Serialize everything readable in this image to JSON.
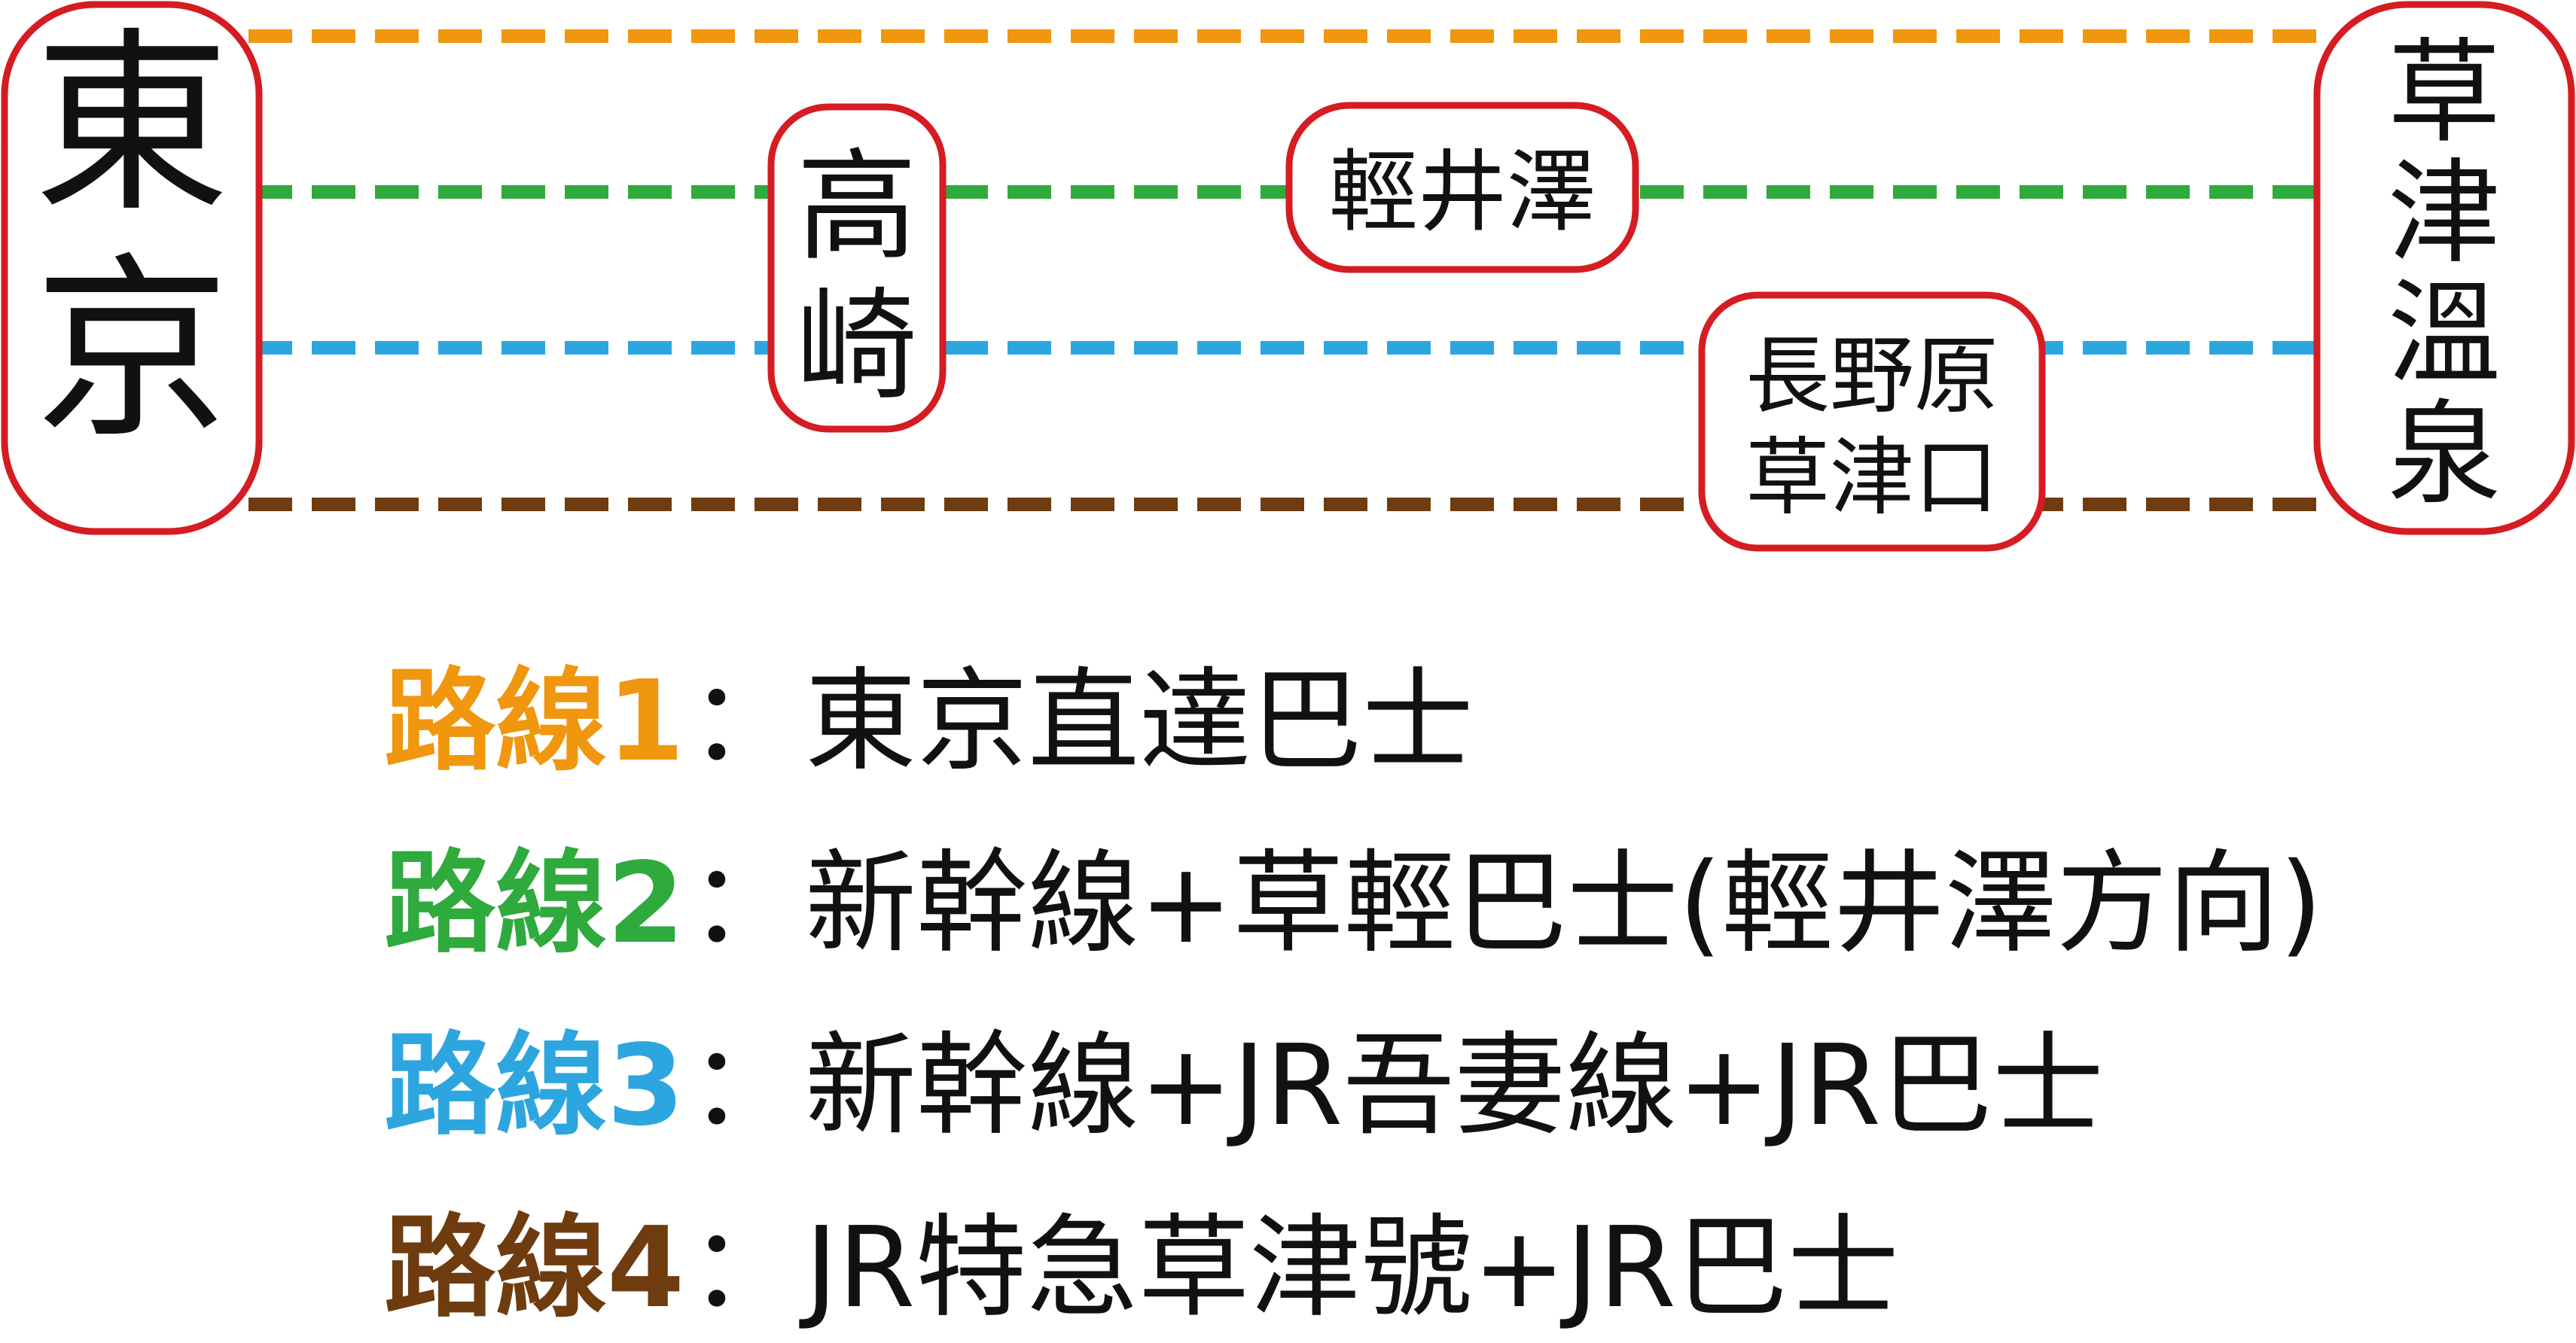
{
  "colors": {
    "route1": "#f0960f",
    "route2": "#2faa3c",
    "route3": "#2da6df",
    "route4": "#6e3c0f",
    "station_border": "#d51c23",
    "text": "#111111"
  },
  "stations": {
    "tokyo": "東京",
    "takasaki": "高崎",
    "karuizawa": "輕井澤",
    "naganohara": "長野原草津口",
    "kusatsu": "草津溫泉"
  },
  "legend": [
    {
      "route": "路線1",
      "separator": "：",
      "description": "東京直達巴士",
      "color": "#f0960f"
    },
    {
      "route": "路線2",
      "separator": "：",
      "description": "新幹線+草輕巴士(輕井澤方向)",
      "color": "#2faa3c"
    },
    {
      "route": "路線3",
      "separator": "：",
      "description": "新幹線+JR吾妻線+JR巴士",
      "color": "#2da6df"
    },
    {
      "route": "路線4",
      "separator": "：",
      "description": "JR特急草津號+JR巴士",
      "color": "#6e3c0f"
    }
  ]
}
